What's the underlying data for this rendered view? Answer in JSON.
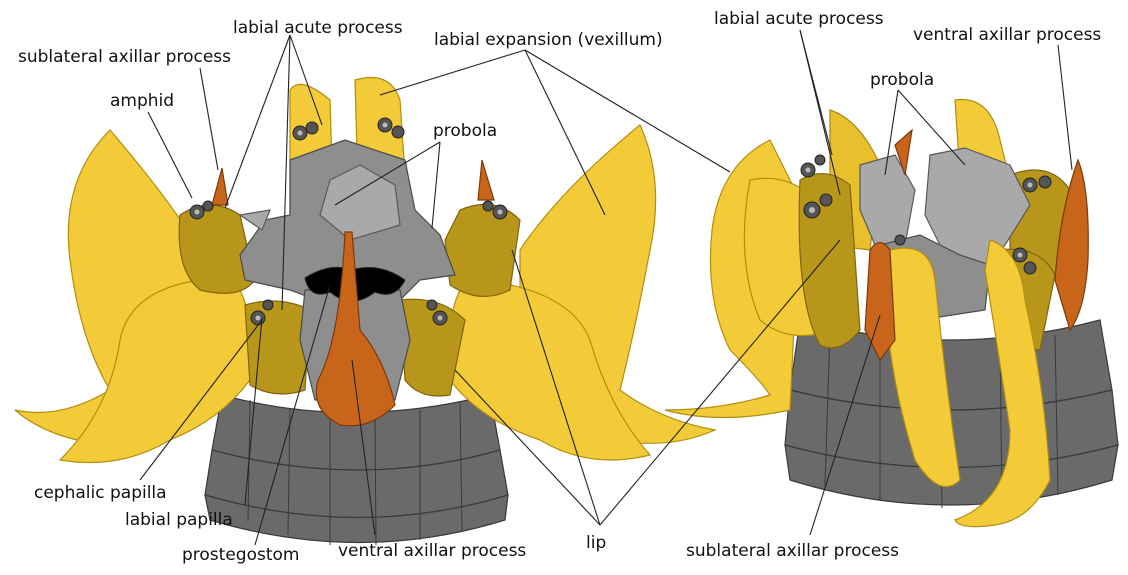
{
  "labels": {
    "sublateral_left": "sublateral axillar process",
    "labial_acute_left": "labial acute process",
    "labial_expansion": "labial expansion (vexillum)",
    "labial_acute_right": "labial acute process",
    "ventral_axillar_right": "ventral axillar process",
    "amphid": "amphid",
    "probola_left": "probola",
    "probola_right": "probola",
    "cephalic_papilla": "cephalic papilla",
    "labial_papilla": "labial papilla",
    "prostegostom": "prostegostom",
    "ventral_axillar_left": "ventral axillar process",
    "lip": "lip",
    "sublateral_right": "sublateral axillar process"
  },
  "colors": {
    "lip_yellow": "#f3ca38",
    "lip_dark": "#b8961a",
    "probola_grey": "#8e8e8e",
    "body_rings": "#6a6a6a",
    "axillar_orange": "#c9651a"
  }
}
